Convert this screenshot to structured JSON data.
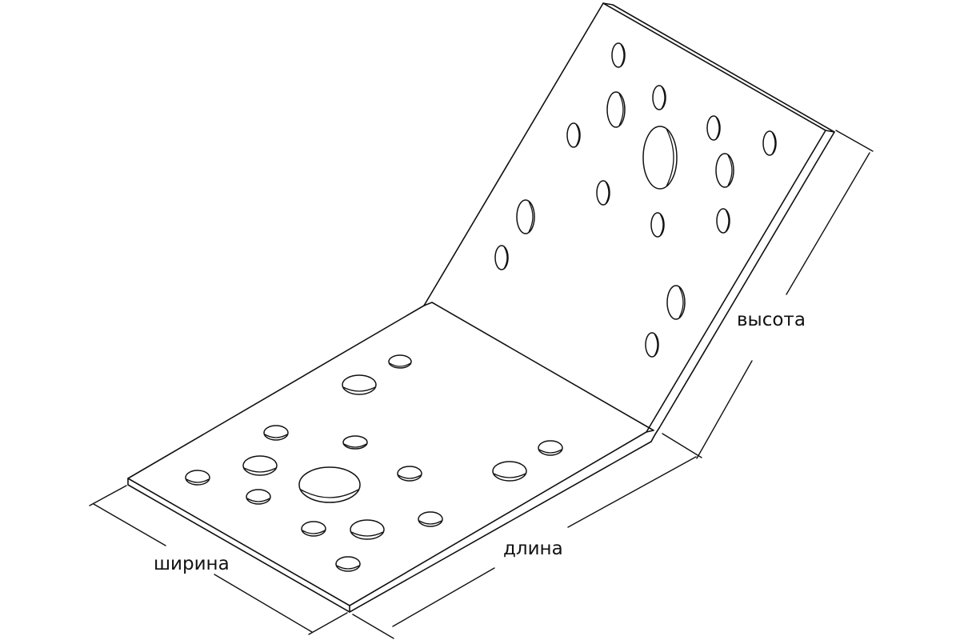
{
  "diagram": {
    "labels": {
      "height": "высота",
      "length": "длина",
      "width": "ширина"
    },
    "colors": {
      "line": "#111111",
      "background": "#ffffff"
    }
  }
}
